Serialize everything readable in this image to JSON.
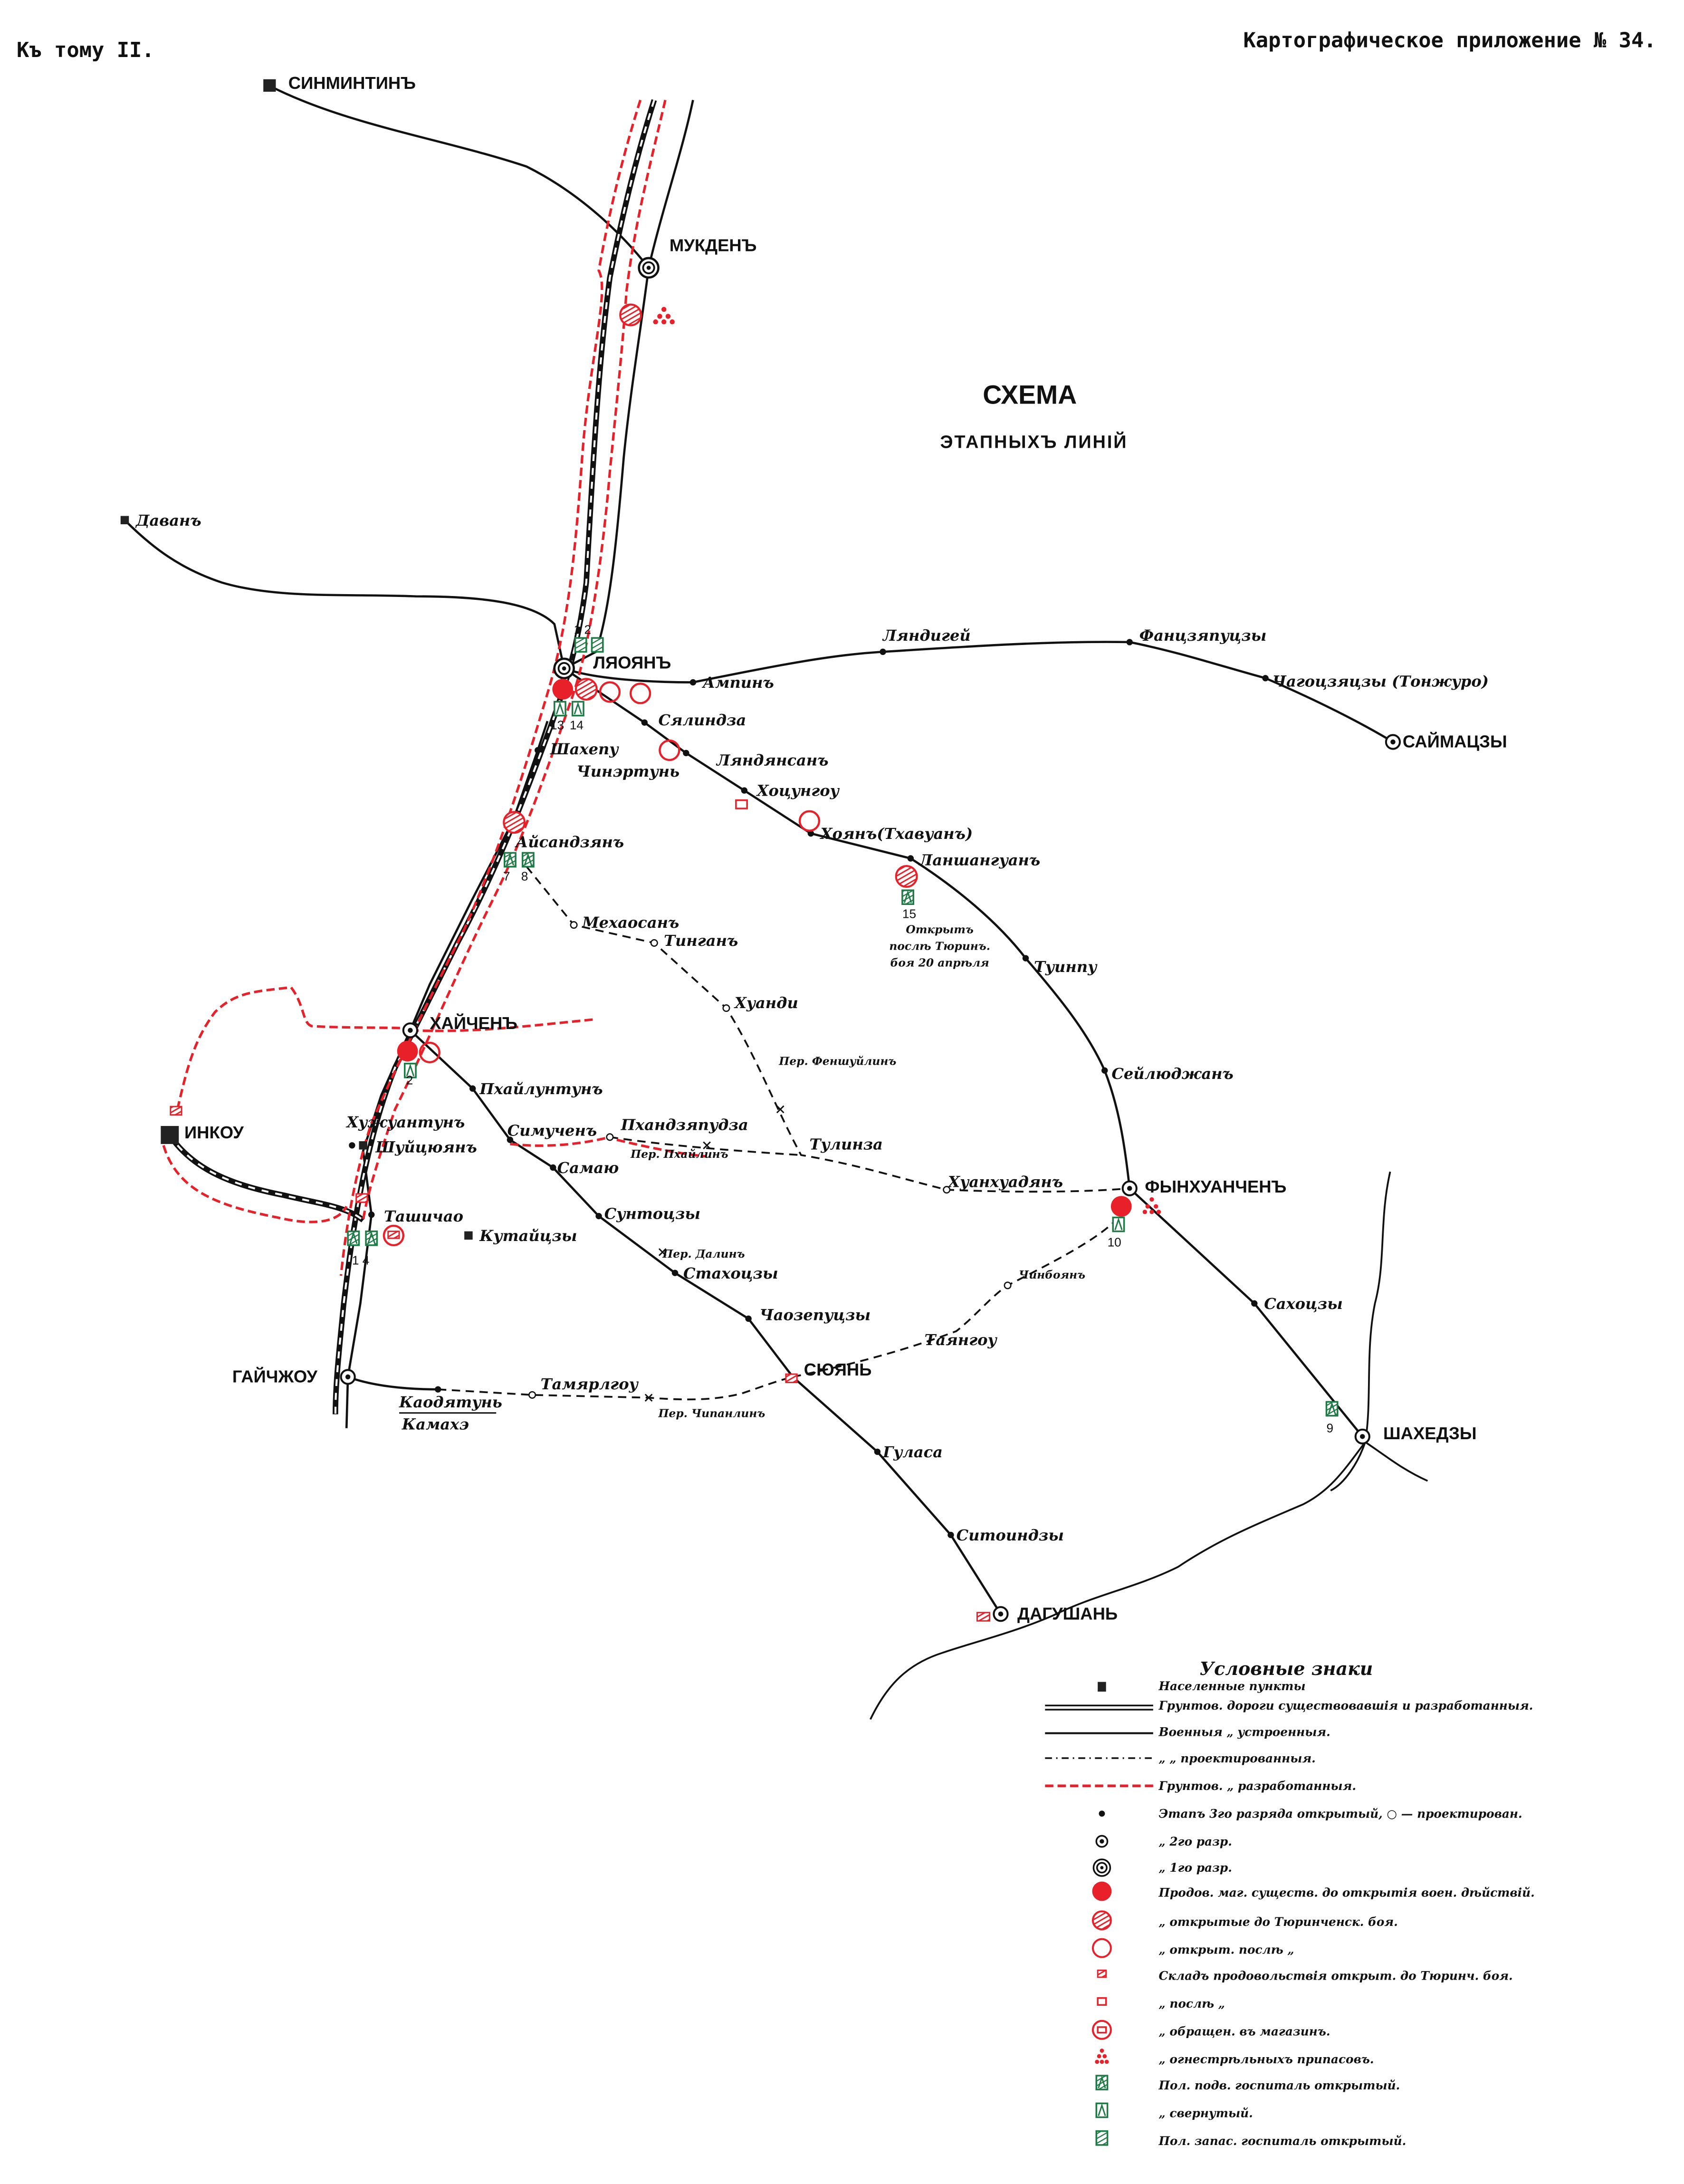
{
  "header": {
    "left": "Къ тому II.",
    "right": "Картографическое приложение № 34."
  },
  "title": {
    "main": "СХЕМА",
    "sub": "ЭТАПНЫХЪ ЛИНІЙ"
  },
  "colors": {
    "red": "#e8202a",
    "green": "#1f7a45",
    "ink": "#111111"
  },
  "places": {
    "sinmintin": "СИНМИНТИНЪ",
    "mukden": "МУКДЕНЪ",
    "davan": "Даванъ",
    "liaoyan": "ЛЯОЯНЪ",
    "ampin": "Ампинъ",
    "liandigei": "Ляндигей",
    "fantszyaputszy": "Фанцзяпуцзы",
    "chagotszyatszy": "Чагоцзяцзы (Тонжуро)",
    "saimatszy": "САЙМАЦЗЫ",
    "syalindza": "Сялиндза",
    "shakhepu": "Шахепу",
    "chinertun": "Чинэртунь",
    "liandyansan": "Ляндянсанъ",
    "khotsungou": "Хоцунгоу",
    "khoyan": "Хоянъ(Тхавуанъ)",
    "lanshanguan": "Ланшангуанъ",
    "aisandzyan": "Айсандзянъ",
    "mekhaosan": "Мехаосанъ",
    "tingan": "Тинганъ",
    "khuandi": "Хуанди",
    "per_fenshuilin": "Пер. Феншуйлинъ",
    "tuinpu": "Туинпу",
    "seilyudzhan": "Сейлюджанъ",
    "khaichen": "ХАЙЧЕНЪ",
    "pkhailuntun": "Пхайлунтунъ",
    "inkou": "ИНКОУ",
    "khuzhuantun": "Хужуантунъ",
    "shuitsyuyan": "Шуйцюянъ",
    "simuchen": "Симученъ",
    "pkhandzyapudza": "Пхандзяпудза",
    "per_pkhailin": "Пер. Пхайлинъ",
    "samayu": "Самаю",
    "tulinza": "Тулинза",
    "khuankhuadyan": "Хуанхуадянъ",
    "fynkhuanchen": "ФЫНХУАНЧЕНЪ",
    "tashichao": "Ташичао",
    "kutaitszy": "Кутайцзы",
    "suntotszy": "Сунтоцзы",
    "per_dalin": "Пер. Далинъ",
    "stakhotszy": "Стахоцзы",
    "chinboyan": "Чинбоянъ",
    "sakhotszy": "Сахоцзы",
    "chaozeputszy": "Чаозепуцзы",
    "tayangou": "Таянгоу",
    "gaichzhou": "ГАЙЧЖОУ",
    "tamyarlgou": "Тамярлгоу",
    "syuyan": "СЮЯНЬ",
    "kaodyatun": "Каодятунь",
    "kamakhe": "Камахэ",
    "per_chipanlin": "Пер. Чипанлинъ",
    "shakhedzy": "ШАХЕДЗЫ",
    "gulasa": "Гуласа",
    "sitoindzy": "Ситоиндзы",
    "dagushan": "ДАГУШАНЬ"
  },
  "hospital_numbers": {
    "h1_2": "1 2",
    "h13": "13",
    "h14": "14",
    "h7": "7",
    "h8": "8",
    "h15": "15",
    "h2": "2",
    "h1_4": "1 4",
    "h10": "10",
    "h9": "9"
  },
  "notes": {
    "lanshanguan_note": [
      "Открытъ",
      "послѣ Тюринъ.",
      "боя 20 апрѣля"
    ]
  },
  "legend": {
    "title": "Условные знаки",
    "items": [
      {
        "icon": "settlement-square",
        "label": "Населенные пункты"
      },
      {
        "icon": "double-line",
        "label": "Грунтов. дороги существовавшія и разработанныя."
      },
      {
        "icon": "solid-line",
        "label": "Военныя  „  устроенныя."
      },
      {
        "icon": "dash-dot-line",
        "label": "„   „  проектированныя."
      },
      {
        "icon": "red-dashed-line",
        "label": "Грунтов.  „  разработанныя."
      },
      {
        "icon": "small-dot",
        "label": "Этапъ 3го разряда открытый, ○ — проектирован."
      },
      {
        "icon": "double-circle",
        "label": "„   2го разр."
      },
      {
        "icon": "triple-circle",
        "label": "„   1го разр."
      },
      {
        "icon": "red-filled-circle",
        "label": "Продов. маг. существ. до открытія воен. дѣйствій."
      },
      {
        "icon": "red-hatched-circle",
        "label": "„   открытые до Тюринченск. боя."
      },
      {
        "icon": "red-open-circle",
        "label": "„   открыт. послѣ   „"
      },
      {
        "icon": "red-hatched-square",
        "label": "Складъ продовольствія открыт. до Тюринч. боя."
      },
      {
        "icon": "red-open-square",
        "label": "„   послѣ   „"
      },
      {
        "icon": "red-circled-square",
        "label": "„   обращен. въ магазинъ."
      },
      {
        "icon": "red-dots-pile",
        "label": "„   огнестрѣльныхъ припасовъ."
      },
      {
        "icon": "green-hatched-hospital",
        "label": "Пол. подв. госпиталь открытый."
      },
      {
        "icon": "green-open-hospital",
        "label": "„   свернутый."
      },
      {
        "icon": "green-reserve-hospital",
        "label": "Пол. запас. госпиталь открытый."
      }
    ]
  }
}
